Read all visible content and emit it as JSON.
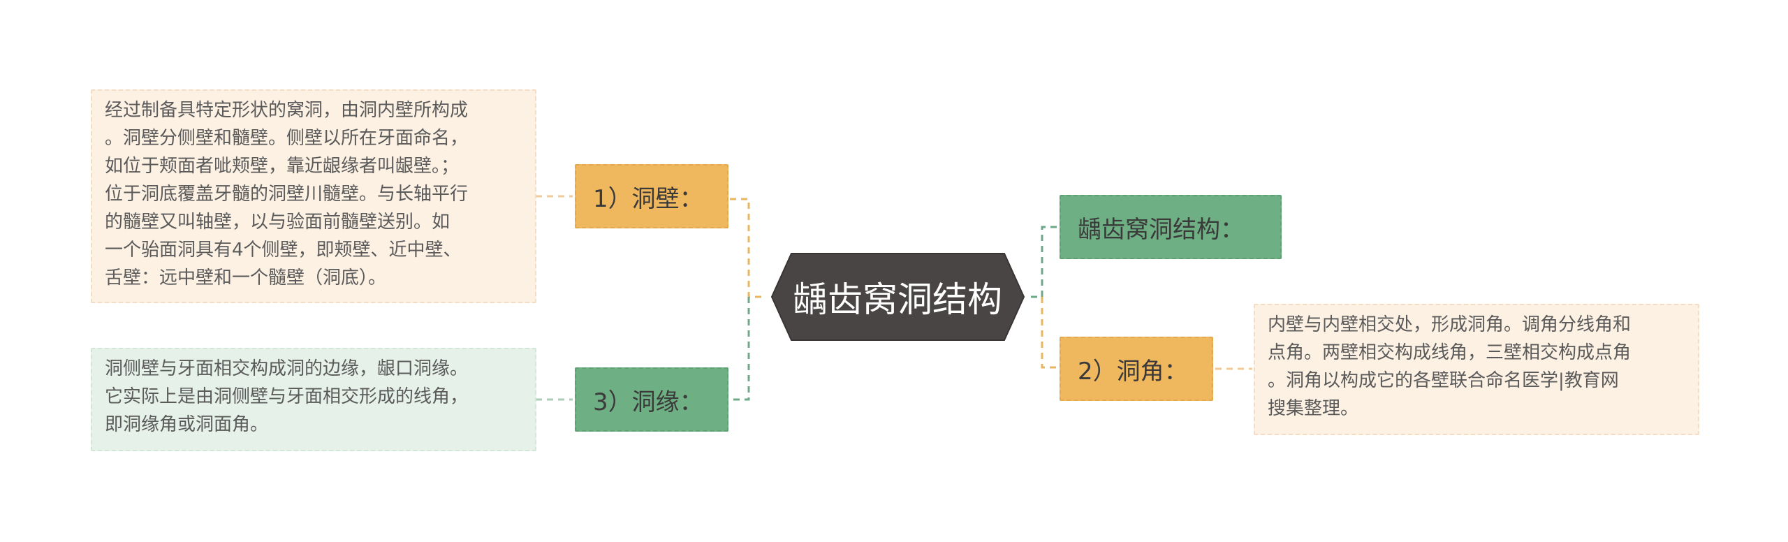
{
  "colors": {
    "root_fill": "#4a4545",
    "root_stroke": "#3a3535",
    "branch_orange": "#f0b85e",
    "branch_green": "#6faf84",
    "note_warm": "#fdf1e4",
    "note_cool": "#e6f1ea",
    "connector_orange": "#e8b65e",
    "connector_green": "#6fa788"
  },
  "root": {
    "label": "龋齿窝洞结构"
  },
  "branches": {
    "dongbi": {
      "label": "1）洞壁：",
      "note": "经过制备具特定形状的窝洞，由洞内壁所构成\n。洞壁分侧壁和髓壁。侧壁以所在牙面命名，\n如位于颊面者呲颊壁，靠近龈缘者叫龈壁。；\n位于洞底覆盖牙髓的洞壁川髓壁。与长轴平行\n的髓壁又叫轴壁，以与验面前髓壁送别。如\n一个骀面洞具有4个侧壁，即颊壁、近中壁、\n舌壁：远中壁和一个髓壁（洞底）。"
    },
    "dongyuan": {
      "label": "3）洞缘：",
      "note": "洞侧壁与牙面相交构成洞的边缘，龈口洞缘。\n它实际上是由洞侧壁与牙面相交形成的线角，\n即洞缘角或洞面角。"
    },
    "jiegou": {
      "label": "龋齿窝洞结构："
    },
    "dongjiao": {
      "label": "2）洞角：",
      "note": "内壁与内壁相交处，形成洞角。调角分线角和\n点角。两壁相交构成线角，三壁相交构成点角\n。洞角以构成它的各壁联合命名医学|教育网\n搜集整理。"
    }
  }
}
